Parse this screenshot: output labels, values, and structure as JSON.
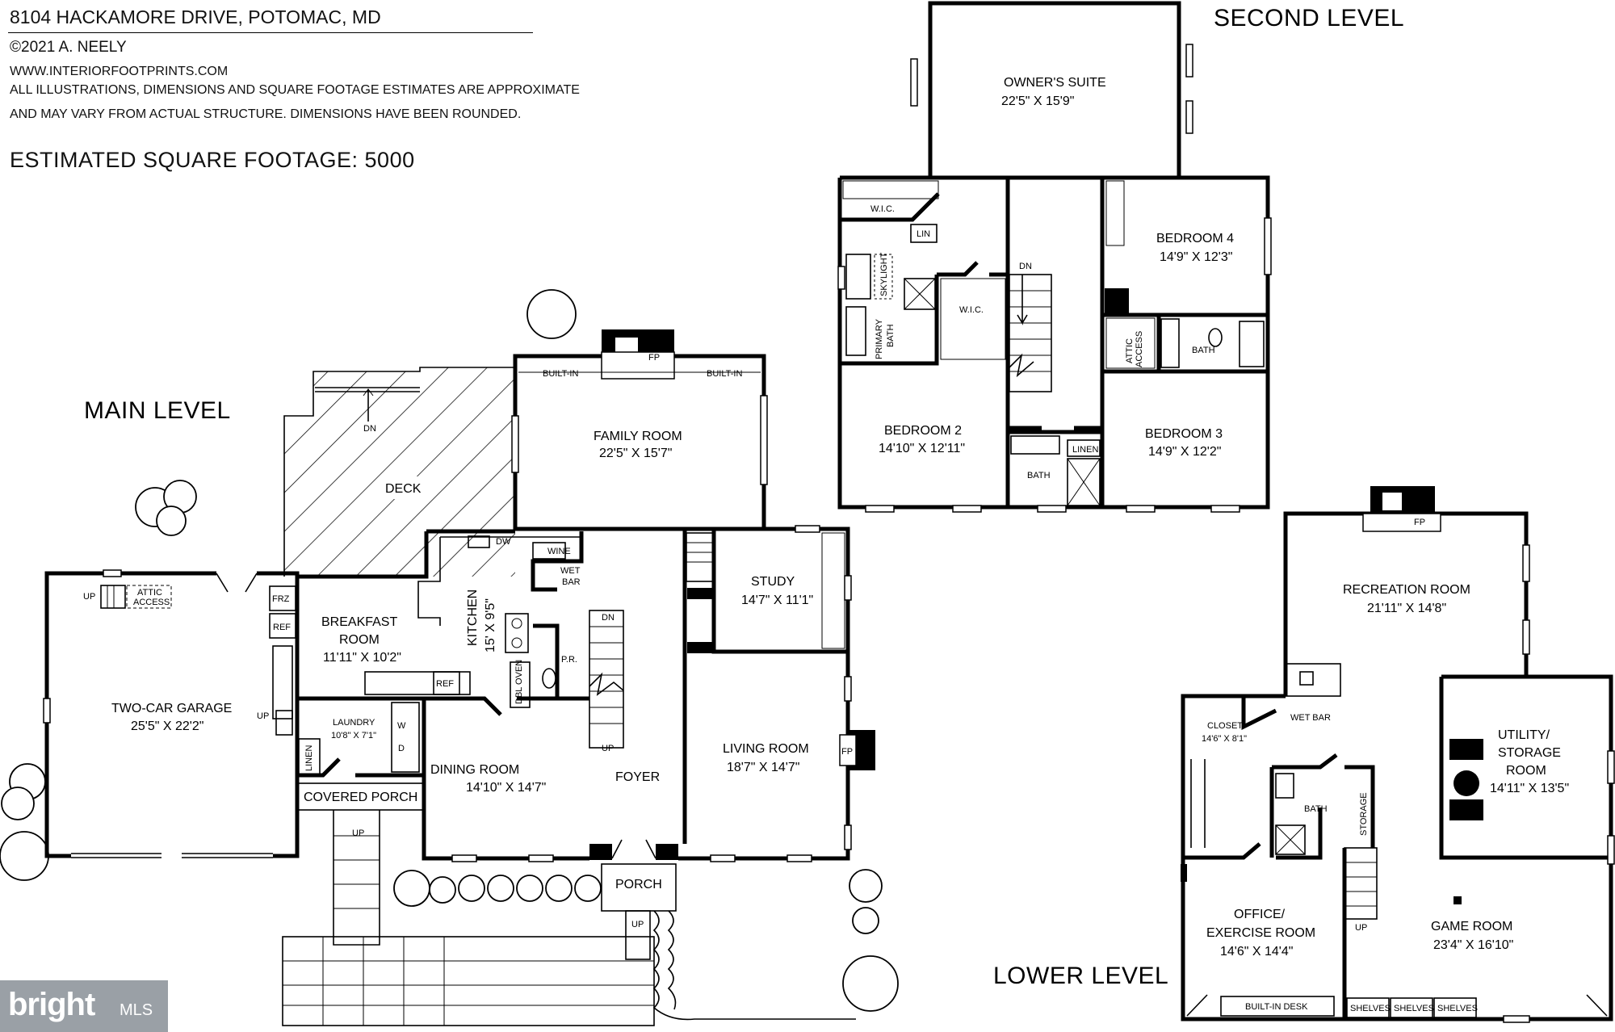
{
  "header": {
    "address": "8104 HACKAMORE DRIVE, POTOMAC, MD",
    "copyright": "©2021 A. NEELY",
    "website": "WWW.INTERIORFOOTPRINTS.COM",
    "disclaimer_line1": "ALL ILLUSTRATIONS, DIMENSIONS AND SQUARE FOOTAGE ESTIMATES ARE APPROXIMATE",
    "disclaimer_line2": "AND MAY VARY FROM ACTUAL STRUCTURE. DIMENSIONS HAVE BEEN ROUNDED.",
    "square_footage": "ESTIMATED SQUARE FOOTAGE: 5000"
  },
  "levels": {
    "main": "MAIN LEVEL",
    "second": "SECOND LEVEL",
    "lower": "LOWER LEVEL"
  },
  "main_level": {
    "family_room": {
      "name": "FAMILY ROOM",
      "dims": "22'5\" X 15'7\""
    },
    "deck": {
      "name": "DECK"
    },
    "built_in_left": "BUILT-IN",
    "built_in_right": "BUILT-IN",
    "fp": "FP",
    "dn_deck": "DN",
    "dn_stairs": "DN",
    "up_stairs": "UP",
    "up_garage": "UP",
    "up_laundry": "UP",
    "up_porch": "UP",
    "up_covered": "UP",
    "study": {
      "name": "STUDY",
      "dims": "14'7\" X 11'1\""
    },
    "kitchen": {
      "name": "KITCHEN",
      "dims": "15' X 9'5\""
    },
    "breakfast": {
      "name1": "BREAKFAST",
      "name2": "ROOM",
      "dims": "11'11\" X 10'2\""
    },
    "wet_bar": {
      "name1": "WET",
      "name2": "BAR"
    },
    "wine": "WINE",
    "dw": "DW",
    "ref": "REF",
    "frz": "FRZ",
    "ref_garage": "REF",
    "pr": "P.R.",
    "dbl_oven": "DBL OVEN",
    "garage": {
      "name": "TWO-CAR GARAGE",
      "dims": "25'5\" X 22'2\""
    },
    "attic_access": {
      "line1": "ATTIC",
      "line2": "ACCESS"
    },
    "laundry": {
      "name": "LAUNDRY",
      "dims": "10'8\" X 7'1\""
    },
    "w": "W",
    "d": "D",
    "linen": "LINEN",
    "living_room": {
      "name": "LIVING ROOM",
      "dims": "18'7\" X 14'7\""
    },
    "fp_living": "FP",
    "dining_room": {
      "name": "DINING ROOM",
      "dims": "14'10\" X 14'7\""
    },
    "foyer": "FOYER",
    "covered_porch": "COVERED PORCH",
    "porch": "PORCH"
  },
  "second_level": {
    "owners_suite": {
      "name": "OWNER'S SUITE",
      "dims": "22'5\" X 15'9\""
    },
    "wic_top": "W.I.C.",
    "lin": "LIN",
    "skylight": "SKYLIGHT",
    "primary_bath": {
      "line1": "PRIMARY",
      "line2": "BATH"
    },
    "wic_mid": "W.I.C.",
    "dn": "DN",
    "bedroom4": {
      "name": "BEDROOM 4",
      "dims": "14'9\" X 12'3\""
    },
    "attic_access": {
      "line1": "ATTIC",
      "line2": "ACCESS"
    },
    "bath_right": "BATH",
    "bedroom2": {
      "name": "BEDROOM 2",
      "dims": "14'10\" X 12'11\""
    },
    "bedroom3": {
      "name": "BEDROOM 3",
      "dims": "14'9\" X 12'2\""
    },
    "linen": "LINEN",
    "bath_hall": "BATH"
  },
  "lower_level": {
    "fp": "FP",
    "recreation_room": {
      "name": "RECREATION ROOM",
      "dims": "21'11\" X 14'8\""
    },
    "wet_bar": "WET BAR",
    "utility": {
      "line1": "UTILITY/",
      "line2": "STORAGE",
      "line3": "ROOM",
      "dims": "14'11\" X 13'5\""
    },
    "closet": {
      "name": "CLOSET",
      "dims": "14'6\" X 8'1\""
    },
    "bath": "BATH",
    "storage": "STORAGE",
    "up": "UP",
    "office": {
      "line1": "OFFICE/",
      "line2": "EXERCISE ROOM",
      "dims": "14'6\" X 14'4\""
    },
    "game_room": {
      "name": "GAME ROOM",
      "dims": "23'4\" X 16'10\""
    },
    "built_in_desk": "BUILT-IN DESK",
    "shelves": [
      "SHELVES",
      "SHELVES",
      "SHELVES"
    ]
  },
  "watermark": {
    "logo": "bright",
    "mls": "MLS"
  }
}
